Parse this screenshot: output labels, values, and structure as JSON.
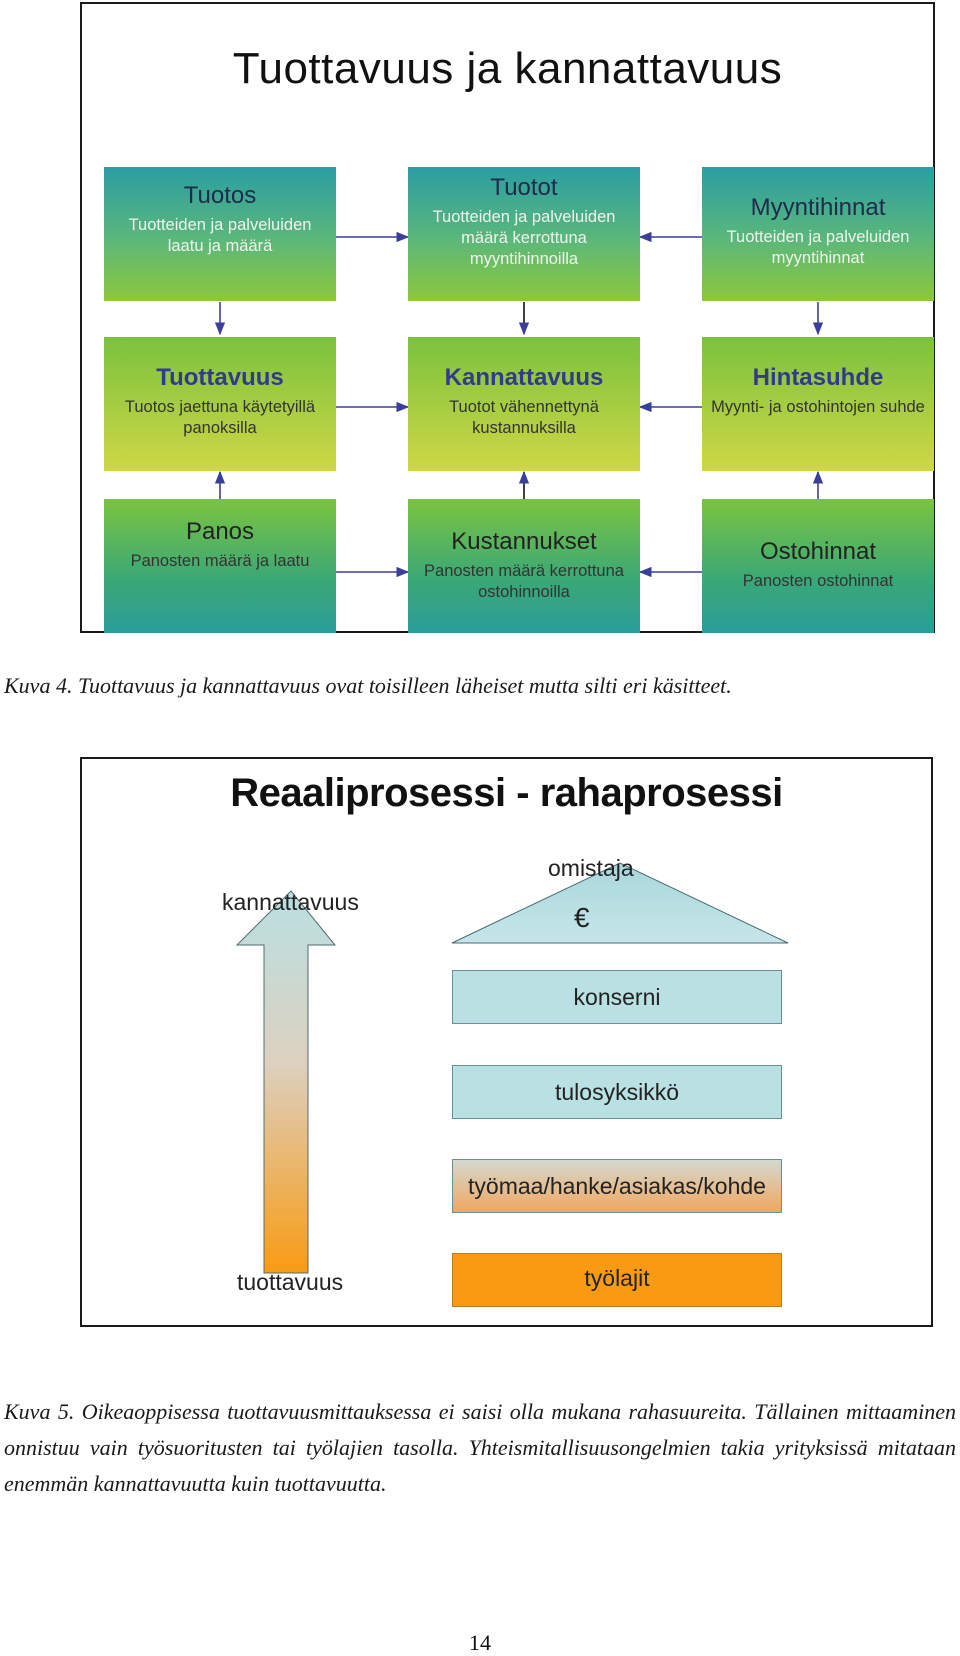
{
  "figure1": {
    "title": "Tuottavuus ja kannattavuus",
    "boxes": {
      "tuotos": {
        "head": "Tuotos",
        "body": "Tuotteiden ja palveluiden laatu ja määrä"
      },
      "tuotot": {
        "head": "Tuotot",
        "body": "Tuotteiden ja palveluiden määrä kerrottuna myyntihinnoilla"
      },
      "myyntihinnat": {
        "head": "Myyntihinnat",
        "body": "Tuotteiden ja palveluiden myyntihinnat"
      },
      "tuottavuus": {
        "head": "Tuottavuus",
        "body": "Tuotos jaettuna käytetyillä panoksilla"
      },
      "kannattavuus": {
        "head": "Kannattavuus",
        "body": "Tuotot vähennettynä kustannuksilla"
      },
      "hintasuhde": {
        "head": "Hintasuhde",
        "body": "Myynti- ja ostohintojen suhde"
      },
      "panos": {
        "head": "Panos",
        "body": "Panosten määrä ja laatu"
      },
      "kustannukset": {
        "head": "Kustannukset",
        "body": "Panosten määrä kerrottuna ostohinnoilla"
      },
      "ostohinnat": {
        "head": "Ostohinnat",
        "body": "Panosten ostohinnat"
      }
    }
  },
  "caption1": "Kuva 4. Tuottavuus ja kannattavuus ovat toisilleen läheiset mutta silti eri käsitteet.",
  "figure2": {
    "title": "Reaaliprosessi - rahaprosessi",
    "arrow_top_label": "kannattavuus",
    "arrow_bottom_label": "tuottavuus",
    "roof_label": "omistaja",
    "roof_symbol": "€",
    "levels": [
      "konserni",
      "tulosyksikkö",
      "työmaa/hanke/asiakas/kohde",
      "työlajit"
    ]
  },
  "caption2": "Kuva 5. Oikeaoppisessa tuottavuusmittauksessa ei saisi olla mukana rahasuureita. Tällainen mittaaminen onnistuu vain työsuoritusten tai työlajien tasolla. Yhteismitallisuusongelmien takia yrityksissä mitataan enemmän kannattavuutta kuin tuottavuutta.",
  "page_number": "14",
  "colors": {
    "arrow": "#3a3f9a",
    "box_head_blue": "#323a8c",
    "green": "#8cc83c",
    "teal": "#2a9ea2",
    "light_blue": "#b9e0e2",
    "orange": "#f99b12"
  }
}
